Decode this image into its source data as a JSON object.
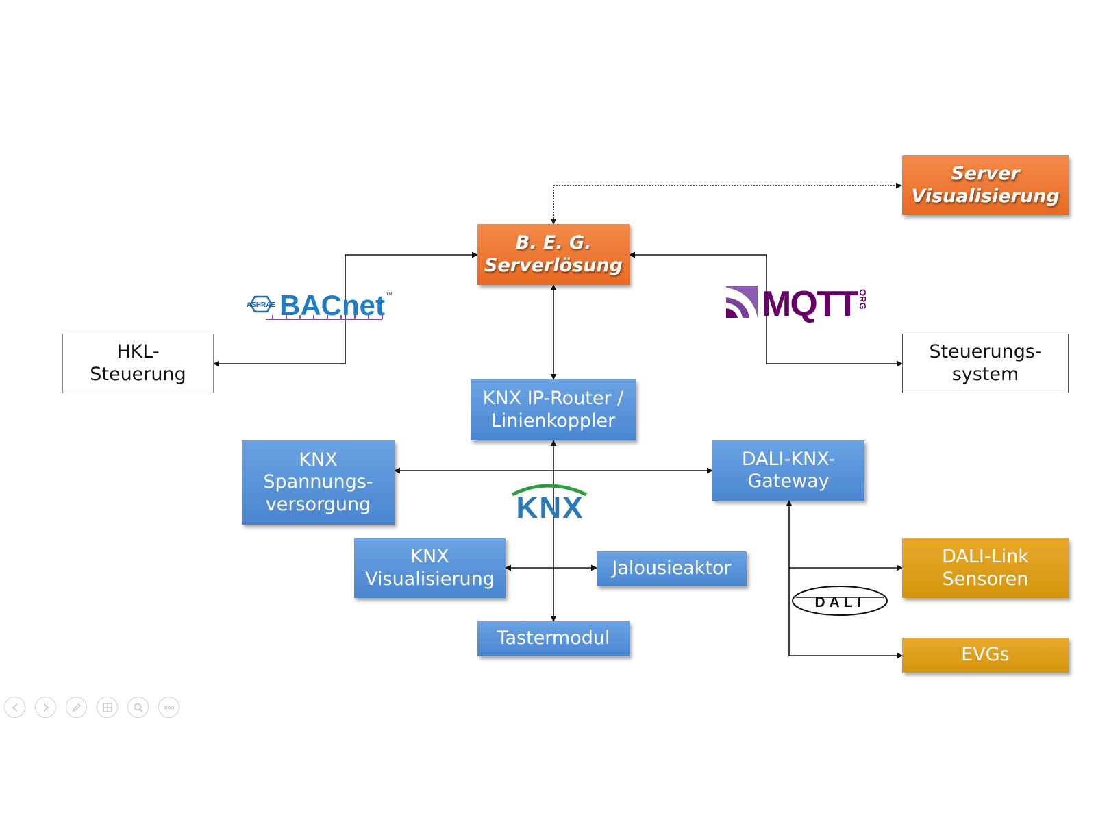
{
  "nodes": {
    "beg": {
      "lines": [
        "B. E. G.",
        "Serverlösung"
      ],
      "color": "#e8702a"
    },
    "server": {
      "lines": [
        "Server",
        "Visualisierung"
      ],
      "color": "#e8702a"
    },
    "hkl": {
      "lines": [
        "HKL-",
        "Steuerung"
      ],
      "border_color": "#e8702a"
    },
    "steuer": {
      "lines": [
        "Steuerungs-",
        "system"
      ],
      "border_color": "#2f5597"
    },
    "router": {
      "lines": [
        "KNX IP-Router /",
        "Linienkoppler"
      ],
      "color": "#4f8ad3"
    },
    "power": {
      "lines": [
        "KNX",
        "Spannungs-",
        "versorgung"
      ],
      "color": "#4f8ad3"
    },
    "gateway": {
      "lines": [
        "DALI-KNX-",
        "Gateway"
      ],
      "color": "#4f8ad3"
    },
    "visu": {
      "lines": [
        "KNX",
        "Visualisierung"
      ],
      "color": "#4f8ad3"
    },
    "jalousie": {
      "lines": [
        "Jalousieaktor"
      ],
      "color": "#4f8ad3"
    },
    "taster": {
      "lines": [
        "Tastermodul"
      ],
      "color": "#4f8ad3"
    },
    "dalilink": {
      "lines": [
        "DALI-Link",
        "Sensoren"
      ],
      "color": "#d99a16"
    },
    "evgs": {
      "lines": [
        "EVGs"
      ],
      "color": "#d99a16"
    }
  },
  "logos": {
    "bacnet": {
      "ashrae": "ASHRAE",
      "text": "BACnet",
      "tm": "™"
    },
    "mqtt": {
      "text": "MQTT",
      "suffix": "ORG"
    },
    "knx": {
      "text": "KNX"
    },
    "dali": {
      "text": "DALI"
    }
  },
  "toolbar": [
    {
      "icon": "previous-icon"
    },
    {
      "icon": "next-icon"
    },
    {
      "icon": "pen-icon"
    },
    {
      "icon": "slides-icon"
    },
    {
      "icon": "zoom-icon"
    },
    {
      "icon": "more-icon"
    }
  ],
  "colors": {
    "connector": "#111111",
    "toolbar": "#cfcfcf"
  }
}
